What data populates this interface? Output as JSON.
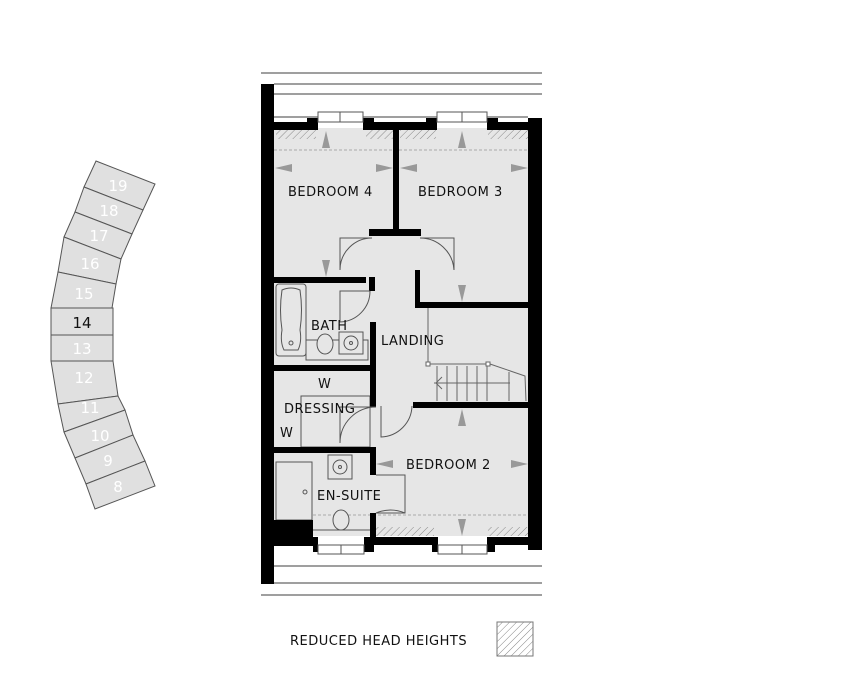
{
  "rooms": {
    "bedroom4": "BEDROOM 4",
    "bedroom3": "BEDROOM 3",
    "bath": "BATH",
    "landing": "LANDING",
    "dressing": "DRESSING",
    "wardrobe_top": "W",
    "wardrobe_left": "W",
    "bedroom2": "BEDROOM 2",
    "ensuite": "EN-SUITE"
  },
  "key_plan": {
    "units": [
      "19",
      "18",
      "17",
      "16",
      "15",
      "14",
      "13",
      "12",
      "11",
      "10",
      "9",
      "8"
    ],
    "highlighted": "14"
  },
  "legend": {
    "reduced_head_heights": "REDUCED HEAD HEIGHTS"
  },
  "colors": {
    "room_fill": "#e6e6e6",
    "wall": "#000000",
    "keyplan_fill": "#e0e0e0",
    "arrow": "#999999"
  }
}
